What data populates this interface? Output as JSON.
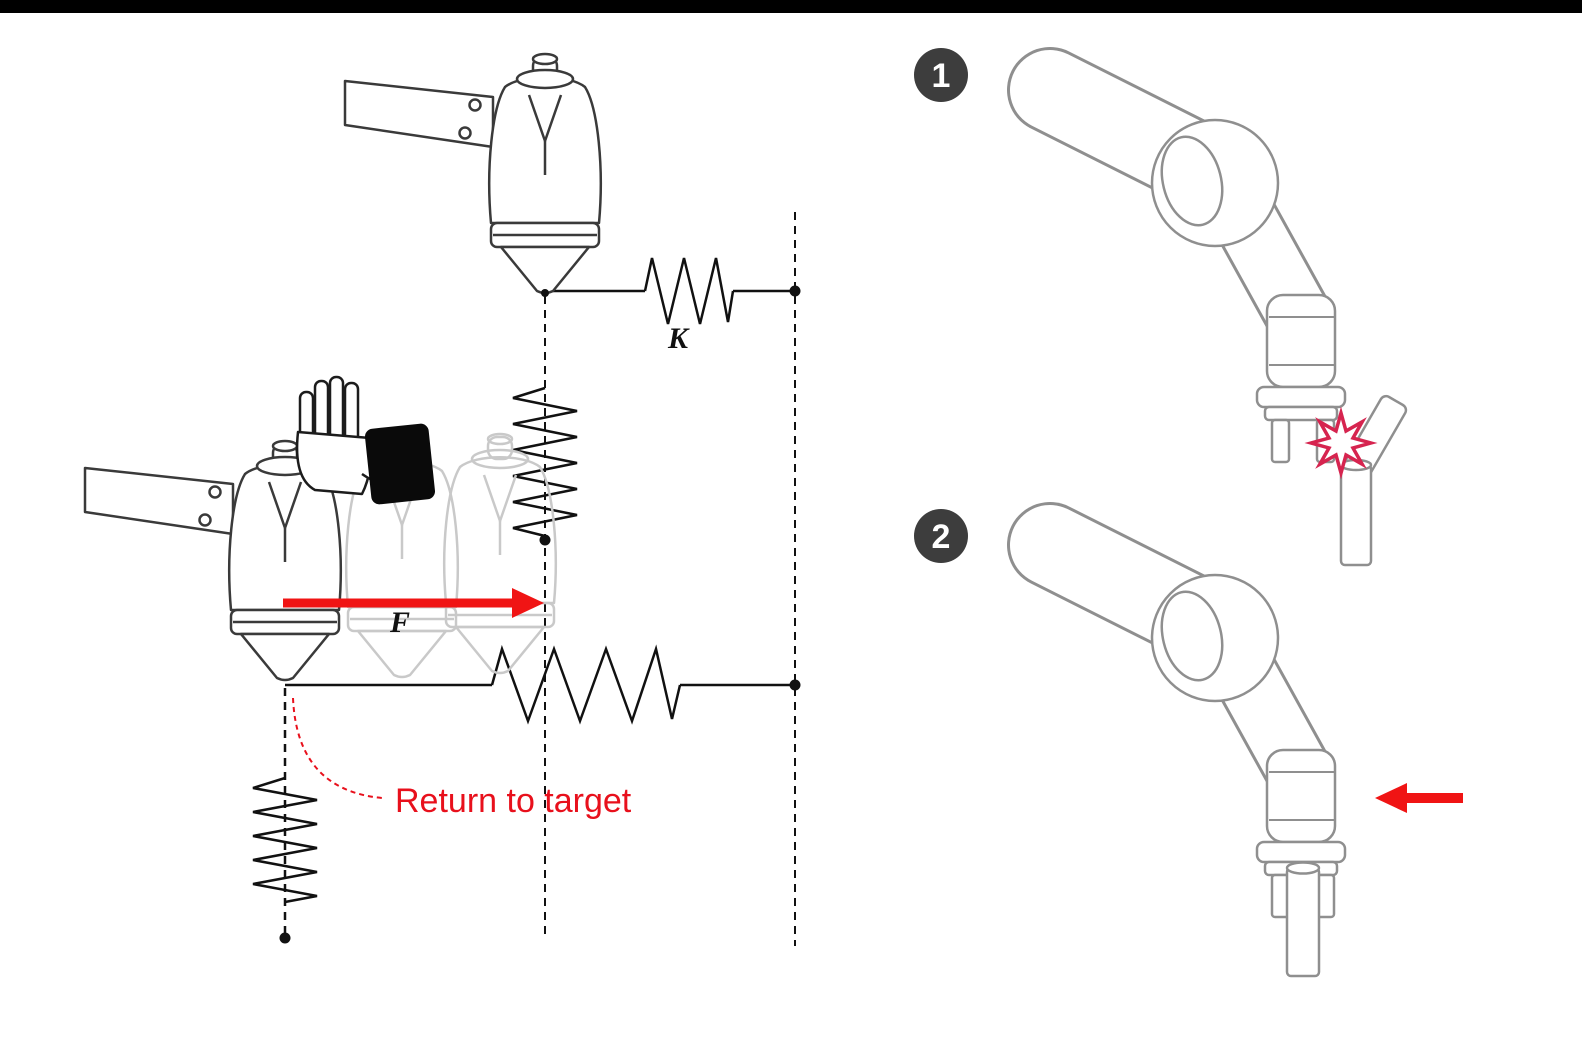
{
  "colors": {
    "top_bar": "#000000",
    "arrow_red": "#f01414",
    "annotation_red": "#e8101c",
    "collision_pink": "#d6244f",
    "badge_gray": "#3d3d3d"
  },
  "left_diagram": {
    "stiffness_label": "K",
    "force_label": "F",
    "return_annotation": "Return to target"
  },
  "steps": [
    {
      "number": "1"
    },
    {
      "number": "2"
    }
  ]
}
